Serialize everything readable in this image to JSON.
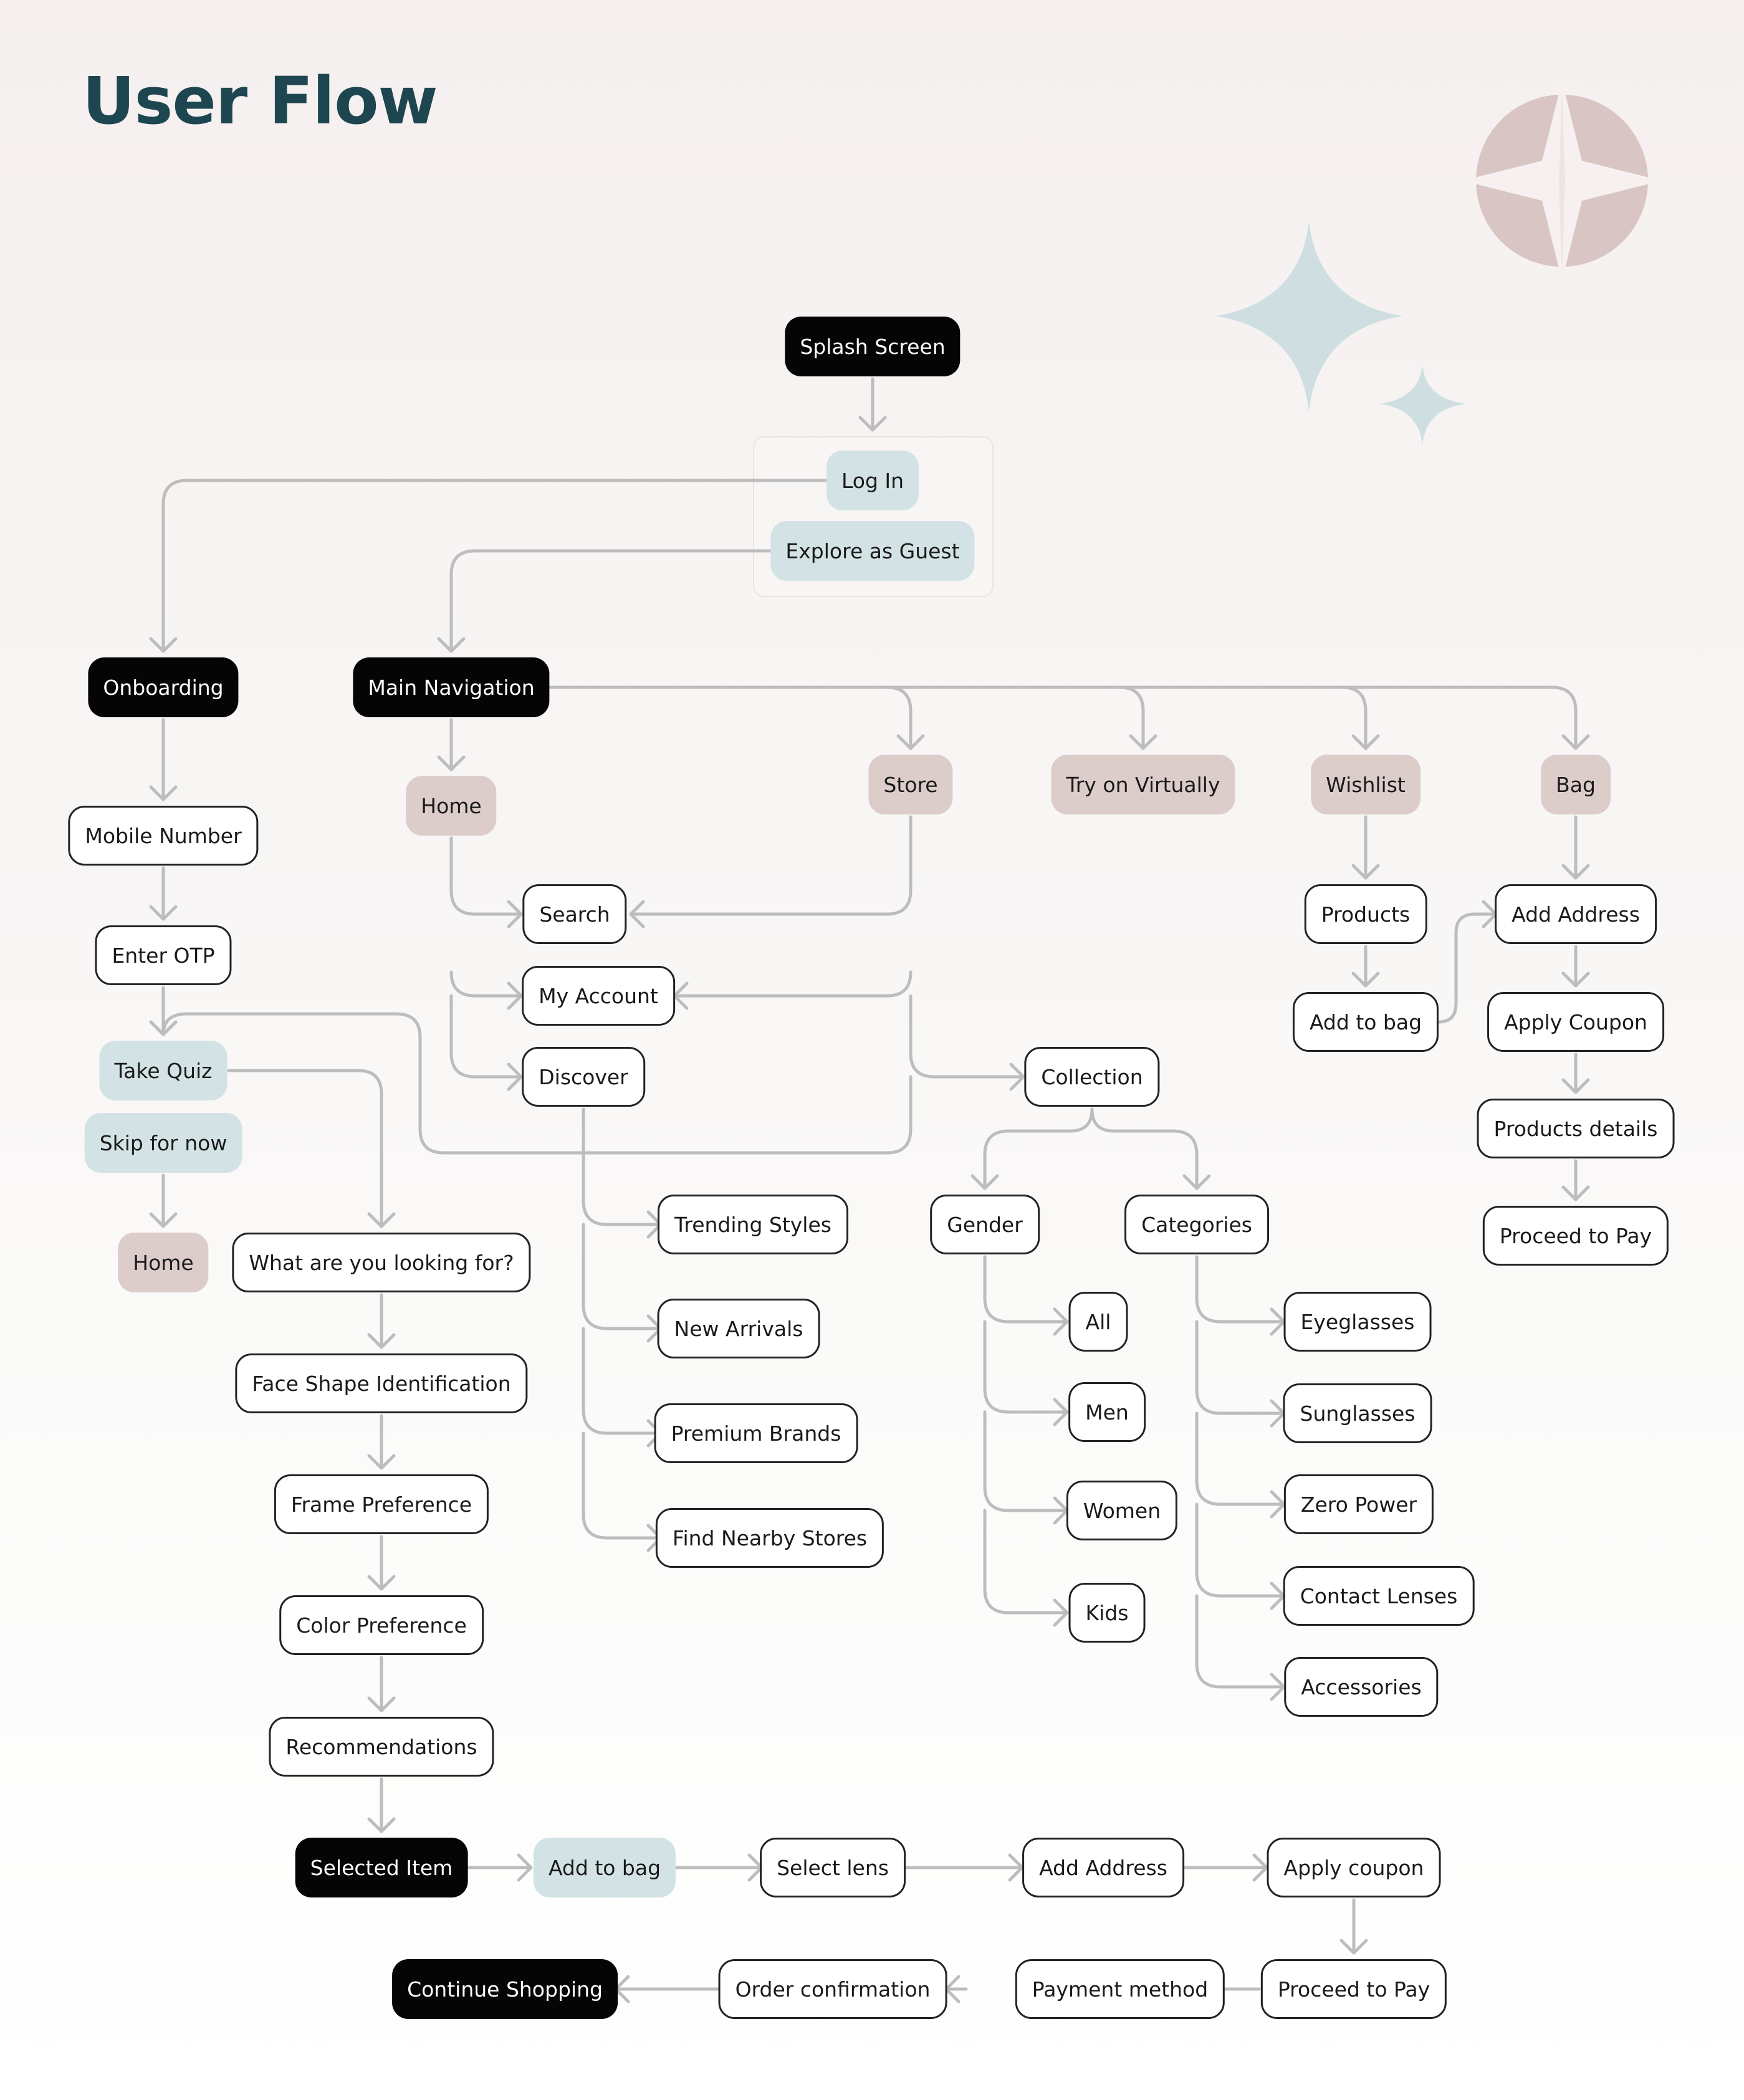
{
  "title": "User Flow",
  "colors": {
    "title": "#1e4650",
    "node_dark": "#050505",
    "node_blue": "#d3e2e4",
    "node_pink": "#dccdcb",
    "node_outline_border": "#222222",
    "edge": "#bdbdbd",
    "decor_pink": "#d9c6c4",
    "decor_blue": "#cfdfe1"
  },
  "decorations": [
    "compass-star-icon",
    "sparkle-large-icon",
    "sparkle-small-icon"
  ],
  "nodes": [
    {
      "id": "splash",
      "label": "Splash Screen",
      "style": "dark"
    },
    {
      "id": "login",
      "label": "Log In",
      "style": "blue"
    },
    {
      "id": "guest",
      "label": "Explore as Guest",
      "style": "blue"
    },
    {
      "id": "onboarding",
      "label": "Onboarding",
      "style": "dark"
    },
    {
      "id": "mainnav",
      "label": "Main Navigation",
      "style": "dark"
    },
    {
      "id": "mobile",
      "label": "Mobile Number",
      "style": "outline"
    },
    {
      "id": "otp",
      "label": "Enter OTP",
      "style": "outline"
    },
    {
      "id": "quiz",
      "label": "Take Quiz",
      "style": "blue"
    },
    {
      "id": "skip",
      "label": "Skip for now",
      "style": "blue"
    },
    {
      "id": "homeleft",
      "label": "Home",
      "style": "pink"
    },
    {
      "id": "looking",
      "label": "What are you looking for?",
      "style": "outline"
    },
    {
      "id": "face",
      "label": "Face Shape Identification",
      "style": "outline"
    },
    {
      "id": "frame",
      "label": "Frame Preference",
      "style": "outline"
    },
    {
      "id": "color",
      "label": "Color Preference",
      "style": "outline"
    },
    {
      "id": "recs",
      "label": "Recommendations",
      "style": "outline"
    },
    {
      "id": "selected",
      "label": "Selected Item",
      "style": "dark"
    },
    {
      "id": "addbag2",
      "label": "Add to bag",
      "style": "blue"
    },
    {
      "id": "lens",
      "label": "Select lens",
      "style": "outline"
    },
    {
      "id": "addaddr2",
      "label": "Add Address",
      "style": "outline"
    },
    {
      "id": "coupon2",
      "label": "Apply coupon",
      "style": "outline"
    },
    {
      "id": "pay2",
      "label": "Proceed to Pay",
      "style": "outline"
    },
    {
      "id": "paymethod",
      "label": "Payment method",
      "style": "outline"
    },
    {
      "id": "confirm",
      "label": "Order confirmation",
      "style": "outline"
    },
    {
      "id": "continue",
      "label": "Continue Shopping",
      "style": "dark"
    },
    {
      "id": "home",
      "label": "Home",
      "style": "pink"
    },
    {
      "id": "store",
      "label": "Store",
      "style": "pink"
    },
    {
      "id": "try",
      "label": "Try on Virtually",
      "style": "pink"
    },
    {
      "id": "wishlist",
      "label": "Wishlist",
      "style": "pink"
    },
    {
      "id": "bag",
      "label": "Bag",
      "style": "pink"
    },
    {
      "id": "search",
      "label": "Search",
      "style": "outline"
    },
    {
      "id": "account",
      "label": "My Account",
      "style": "outline"
    },
    {
      "id": "discover",
      "label": "Discover",
      "style": "outline"
    },
    {
      "id": "collection",
      "label": "Collection",
      "style": "outline"
    },
    {
      "id": "trending",
      "label": "Trending Styles",
      "style": "outline"
    },
    {
      "id": "arrivals",
      "label": "New Arrivals",
      "style": "outline"
    },
    {
      "id": "premium",
      "label": "Premium Brands",
      "style": "outline"
    },
    {
      "id": "nearby",
      "label": "Find Nearby Stores",
      "style": "outline"
    },
    {
      "id": "gender",
      "label": "Gender",
      "style": "outline"
    },
    {
      "id": "categories",
      "label": "Categories",
      "style": "outline"
    },
    {
      "id": "all",
      "label": "All",
      "style": "outline"
    },
    {
      "id": "men",
      "label": "Men",
      "style": "outline"
    },
    {
      "id": "women",
      "label": "Women",
      "style": "outline"
    },
    {
      "id": "kids",
      "label": "Kids",
      "style": "outline"
    },
    {
      "id": "eyeglasses",
      "label": "Eyeglasses",
      "style": "outline"
    },
    {
      "id": "sunglasses",
      "label": "Sunglasses",
      "style": "outline"
    },
    {
      "id": "zeropower",
      "label": "Zero Power",
      "style": "outline"
    },
    {
      "id": "contacts",
      "label": "Contact Lenses",
      "style": "outline"
    },
    {
      "id": "accessories",
      "label": "Accessories",
      "style": "outline"
    },
    {
      "id": "products",
      "label": "Products",
      "style": "outline"
    },
    {
      "id": "addbag1",
      "label": "Add to bag",
      "style": "outline"
    },
    {
      "id": "addaddr1",
      "label": "Add Address",
      "style": "outline"
    },
    {
      "id": "coupon1",
      "label": "Apply Coupon",
      "style": "outline"
    },
    {
      "id": "details",
      "label": "Products details",
      "style": "outline"
    },
    {
      "id": "pay1",
      "label": "Proceed to Pay",
      "style": "outline"
    }
  ],
  "edges": [
    [
      "splash",
      "login"
    ],
    [
      "login",
      "onboarding"
    ],
    [
      "guest",
      "mainnav"
    ],
    [
      "onboarding",
      "mobile"
    ],
    [
      "mobile",
      "otp"
    ],
    [
      "otp",
      "quiz"
    ],
    [
      "quiz",
      "looking"
    ],
    [
      "skip",
      "homeleft"
    ],
    [
      "looking",
      "face"
    ],
    [
      "face",
      "frame"
    ],
    [
      "frame",
      "color"
    ],
    [
      "color",
      "recs"
    ],
    [
      "recs",
      "selected"
    ],
    [
      "selected",
      "addbag2"
    ],
    [
      "addbag2",
      "lens"
    ],
    [
      "lens",
      "addaddr2"
    ],
    [
      "addaddr2",
      "coupon2"
    ],
    [
      "coupon2",
      "pay2"
    ],
    [
      "pay2",
      "paymethod"
    ],
    [
      "paymethod",
      "confirm"
    ],
    [
      "confirm",
      "continue"
    ],
    [
      "mainnav",
      "home"
    ],
    [
      "mainnav",
      "store"
    ],
    [
      "mainnav",
      "try"
    ],
    [
      "mainnav",
      "wishlist"
    ],
    [
      "mainnav",
      "bag"
    ],
    [
      "home",
      "search"
    ],
    [
      "home",
      "account"
    ],
    [
      "home",
      "discover"
    ],
    [
      "store",
      "search"
    ],
    [
      "store",
      "account"
    ],
    [
      "store",
      "collection"
    ],
    [
      "store",
      "quiz"
    ],
    [
      "discover",
      "trending"
    ],
    [
      "discover",
      "arrivals"
    ],
    [
      "discover",
      "premium"
    ],
    [
      "discover",
      "nearby"
    ],
    [
      "collection",
      "gender"
    ],
    [
      "collection",
      "categories"
    ],
    [
      "gender",
      "all"
    ],
    [
      "gender",
      "men"
    ],
    [
      "gender",
      "women"
    ],
    [
      "gender",
      "kids"
    ],
    [
      "categories",
      "eyeglasses"
    ],
    [
      "categories",
      "sunglasses"
    ],
    [
      "categories",
      "zeropower"
    ],
    [
      "categories",
      "contacts"
    ],
    [
      "categories",
      "accessories"
    ],
    [
      "wishlist",
      "products"
    ],
    [
      "products",
      "addbag1"
    ],
    [
      "addbag1",
      "addaddr1"
    ],
    [
      "bag",
      "addaddr1"
    ],
    [
      "addaddr1",
      "coupon1"
    ],
    [
      "coupon1",
      "details"
    ],
    [
      "details",
      "pay1"
    ]
  ]
}
